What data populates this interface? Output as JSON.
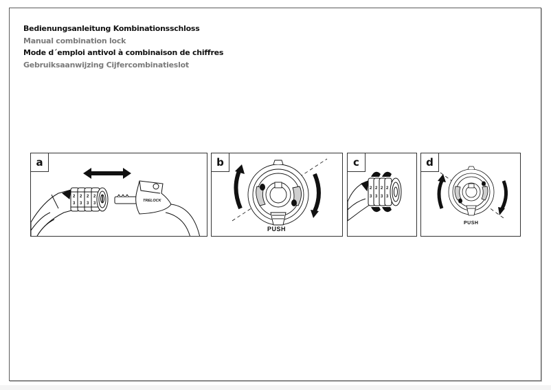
{
  "document": {
    "titles": [
      {
        "text": "Bedienungsanleitung Kombinationsschloss",
        "lang": "de",
        "color": "#111111"
      },
      {
        "text": "Manual combination lock",
        "lang": "en",
        "color": "#7a7a7a"
      },
      {
        "text": "Mode d´emploi antivol à combinaison de chiffres",
        "lang": "fr",
        "color": "#111111"
      },
      {
        "text": "Gebruiksaanwijzing Cijfercombinatieslot",
        "lang": "nl",
        "color": "#7a7a7a"
      }
    ]
  },
  "panels": [
    {
      "id": "a",
      "label": "a",
      "description": "Combination lock body with 4 dials and key-shaped locking pin with cable; double-headed arrow indicating insert/remove",
      "brand_text": "TRELOCK",
      "dial_digits": [
        "2",
        "2",
        "2",
        "2"
      ]
    },
    {
      "id": "b",
      "label": "b",
      "description": "End view of lock cylinder with rotation arrows",
      "push_label": "PUSH"
    },
    {
      "id": "c",
      "label": "c",
      "description": "Lock body with 4 dials being rotated",
      "dial_digits": [
        "2",
        "2",
        "2",
        "2"
      ]
    },
    {
      "id": "d",
      "label": "d",
      "description": "End view of lock cylinder rotated back with arrows",
      "push_label": "PUSH"
    }
  ],
  "colors": {
    "ink": "#111111",
    "gray_text": "#7a7a7a",
    "fill_gray": "#cfcfcf",
    "frame": "#5a5a5a"
  }
}
